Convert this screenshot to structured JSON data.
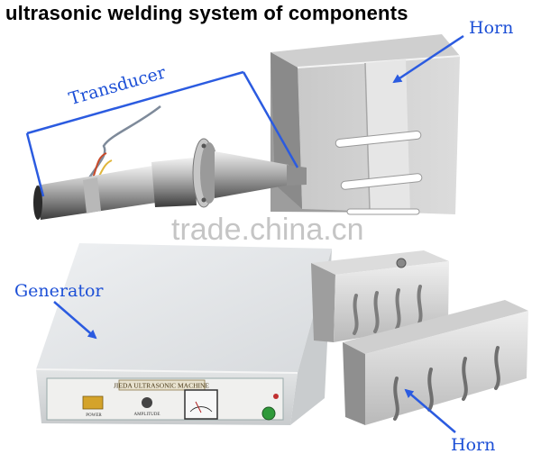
{
  "title": "ultrasonic welding system of  components",
  "labels": {
    "horn_top": "Horn",
    "transducer": "Transducer",
    "generator": "Generator",
    "horn_bottom": "Horn"
  },
  "watermark": "trade.china.cn",
  "generator_panel": {
    "brand_plate": "JIEDA ULTRASONIC MACHINE",
    "amplitude_label": "AMPLITUDE",
    "power_label": "POWER"
  },
  "colors": {
    "callout_text": "#1c4fd6",
    "arrow": "#2b5be0",
    "metal_light": "#d9d9d9",
    "metal_dark": "#8c8c8c"
  }
}
